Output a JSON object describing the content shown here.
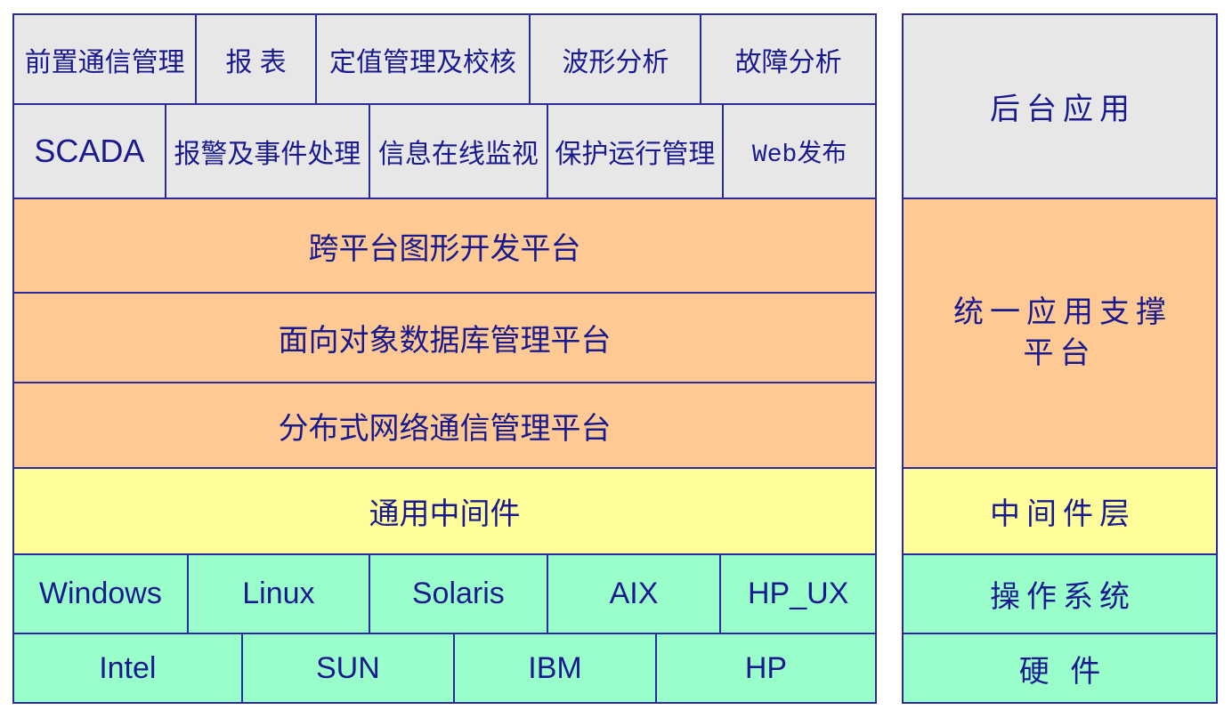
{
  "palette": {
    "application_layer_bg": "#E7E7E7",
    "platform_layer_bg": "#FFC993",
    "middleware_layer_bg": "#FFFE9B",
    "os_hardware_layer_bg": "#9AFECB",
    "grid_line_color": "#2A2A9C",
    "text_color": "#1A1A8F",
    "page_bg": "#FFFFFF"
  },
  "left_stack": {
    "app_row1": [
      "前置通信管理",
      "报 表",
      "定值管理及校核",
      "波形分析",
      "故障分析"
    ],
    "app_row2": [
      "SCADA",
      "报警及事件处理",
      "信息在线监视",
      "保护运行管理",
      "Web发布"
    ],
    "platform_rows": [
      "跨平台图形开发平台",
      "面向对象数据库管理平台",
      "分布式网络通信管理平台"
    ],
    "middleware_row": "通用中间件",
    "os_row": [
      "Windows",
      "Linux",
      "Solaris",
      "AIX",
      "HP_UX"
    ],
    "hardware_row": [
      "Intel",
      "SUN",
      "IBM",
      "HP"
    ]
  },
  "right_stack": {
    "app_label": "后台应用",
    "platform_label": "统一应用支撑\n平台",
    "middleware_label": "中间件层",
    "os_label": "操作系统",
    "hardware_label": "硬  件"
  }
}
